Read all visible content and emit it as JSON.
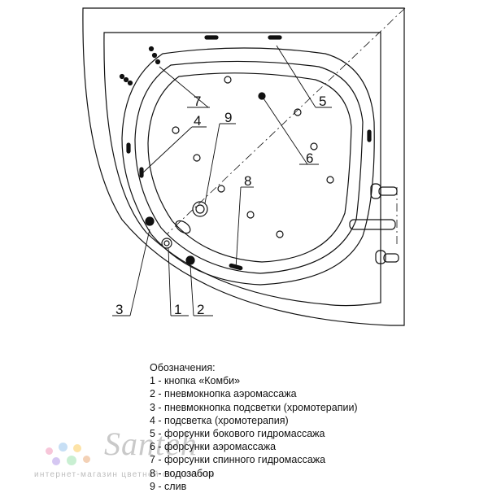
{
  "callouts": {
    "c1": "1",
    "c2": "2",
    "c3": "3",
    "c4": "4",
    "c5": "5",
    "c6": "6",
    "c7": "7",
    "c8": "8",
    "c9": "9"
  },
  "legend": {
    "title": "Обозначения:",
    "items": [
      "1 - кнопка «Комби»",
      "2 - пневмокнопка аэромассажа",
      "3 - пневмокнопка подсветки (хромотерапии)",
      "4 - подсветка (хромотерапия)",
      "5 - форсунки бокового гидромассажа",
      "6 - форсунки аэромассажа",
      "7 - форсунки спинного гидромассажа",
      "8 - водозабор",
      "9 - слив"
    ]
  },
  "watermark": {
    "brand": "Santeh",
    "subtitle": "интернет-магазин цветной сантехники",
    "dot_colors": [
      "#f7c6d9",
      "#c7dff5",
      "#fde3a7",
      "#d5c7f2",
      "#c9efd2",
      "#f3d1b6"
    ]
  }
}
